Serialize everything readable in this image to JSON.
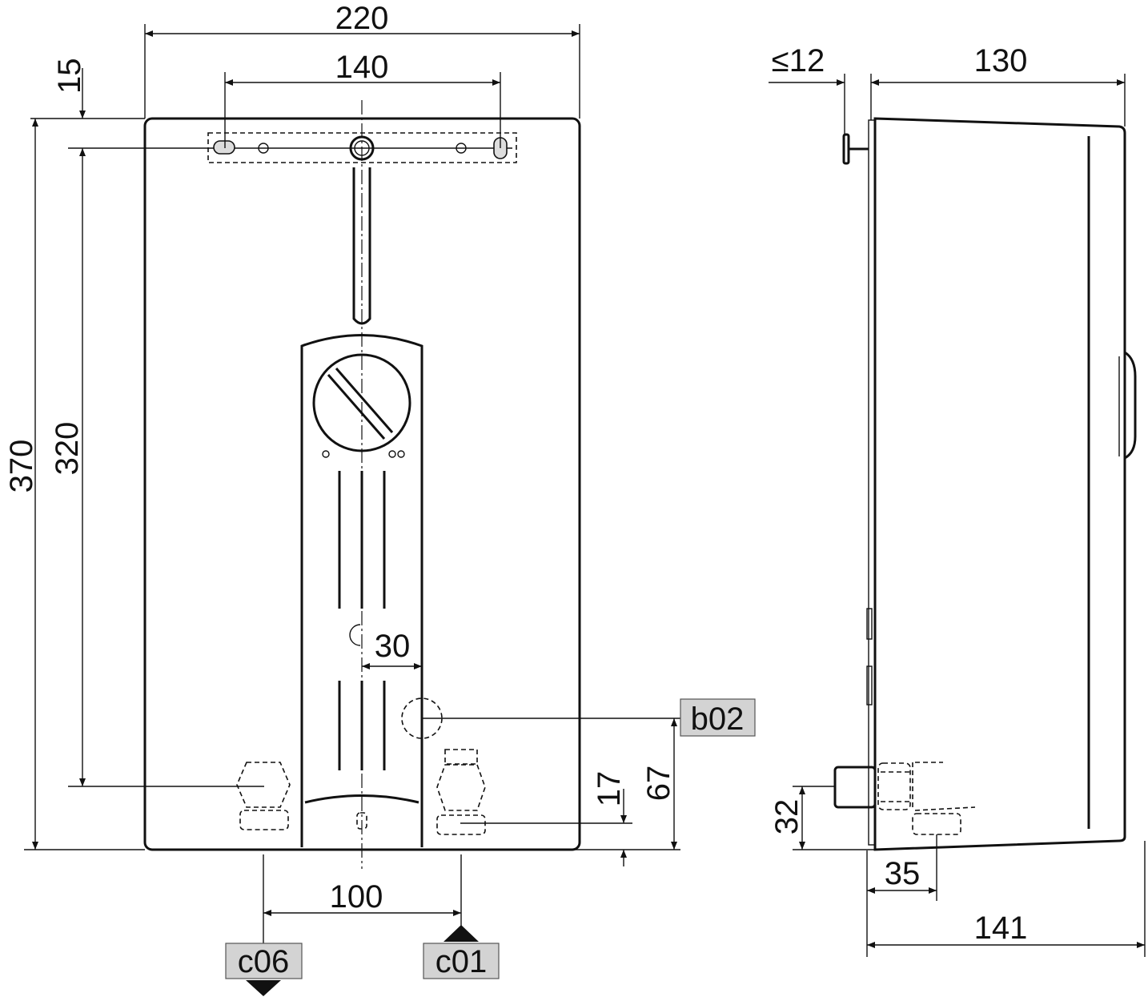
{
  "front_view": {
    "dimensions": {
      "width_total": "220",
      "mount_spacing": "140",
      "top_offset": "15",
      "height_total": "370",
      "mount_height": "320",
      "offset_30": "30",
      "height_67": "67",
      "height_17": "17",
      "connection_spacing": "100"
    },
    "tags": {
      "b02": "b02",
      "c06": "c06",
      "c01": "c01"
    }
  },
  "side_view": {
    "dimensions": {
      "wall_gap": "≤12",
      "depth": "130",
      "depth_total": "141",
      "connection_depth": "35",
      "connection_height": "32"
    }
  },
  "colors": {
    "line": "#111111",
    "tag_fill": "#d3d3d3"
  }
}
